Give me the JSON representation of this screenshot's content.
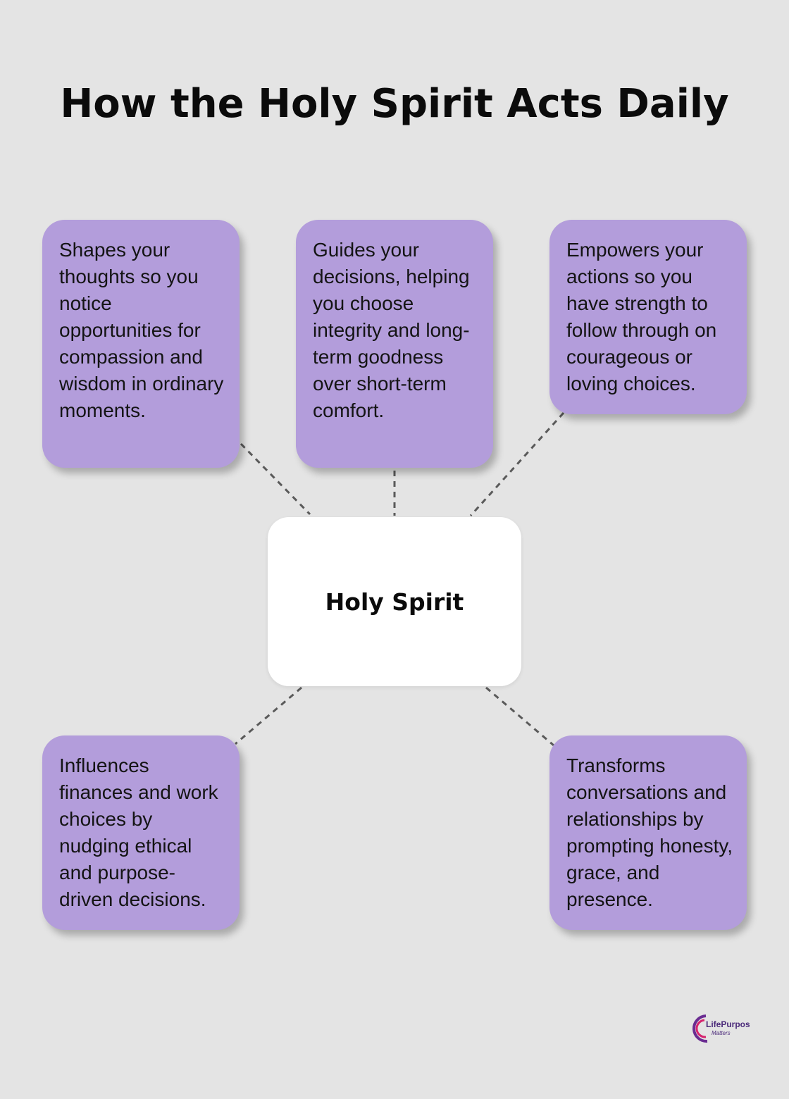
{
  "title": "How the Holy Spirit Acts Daily",
  "center": {
    "label": "Holy Spirit"
  },
  "nodes": [
    {
      "text": "Shapes your thoughts so you notice opportunities for compassion and wisdom in ordinary moments."
    },
    {
      "text": "Guides your decisions, helping you choose integrity and long-term goodness over short-term comfort."
    },
    {
      "text": "Empowers your actions so you have strength to follow through on courageous or loving choices."
    },
    {
      "text": "Influences finances and work choices by nudging ethical and purpose-driven decisions."
    },
    {
      "text": "Transforms conversations and relationships by prompting honesty, grace, and presence."
    }
  ],
  "logo": {
    "text": "Life Purpose Matters"
  },
  "colors": {
    "background": "#e4e4e4",
    "node_fill": "#b39ddb",
    "center_fill": "#ffffff",
    "connector": "#5a5a5a"
  }
}
